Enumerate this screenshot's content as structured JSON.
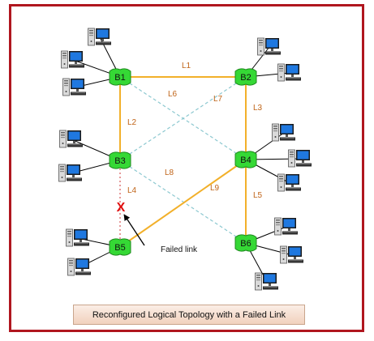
{
  "caption": "Reconfigured Logical Topology with a Failed Link",
  "failed_link_callout": "Failed link",
  "failure_marker": "X",
  "icons": {
    "router": "router-icon",
    "host": "computer-icon"
  },
  "colors": {
    "frame": "#b0161f",
    "router_fill": "#35d835",
    "physical_link": "#f2b02a",
    "logical_link": "#8cc8d0",
    "failed_link": "#cc3333",
    "link_label": "#c06418",
    "failure_marker": "#e01010"
  },
  "nodes": [
    {
      "id": "B1",
      "hosts": 3
    },
    {
      "id": "B2",
      "hosts": 2
    },
    {
      "id": "B3",
      "hosts": 2
    },
    {
      "id": "B4",
      "hosts": 3
    },
    {
      "id": "B5",
      "hosts": 2
    },
    {
      "id": "B6",
      "hosts": 3
    }
  ],
  "links": [
    {
      "label": "L1",
      "from": "B1",
      "to": "B2",
      "style": "solid"
    },
    {
      "label": "L2",
      "from": "B1",
      "to": "B3",
      "style": "solid"
    },
    {
      "label": "L3",
      "from": "B2",
      "to": "B4",
      "style": "solid"
    },
    {
      "label": "L4",
      "from": "B3",
      "to": "B5",
      "style": "failed"
    },
    {
      "label": "L5",
      "from": "B4",
      "to": "B6",
      "style": "solid"
    },
    {
      "label": "L6",
      "from": "B1",
      "to": "B4",
      "style": "dashed"
    },
    {
      "label": "L7",
      "from": "B3",
      "to": "B2",
      "style": "dashed"
    },
    {
      "label": "L8",
      "from": "B3",
      "to": "B6",
      "style": "dashed"
    },
    {
      "label": "L9",
      "from": "B5",
      "to": "B4",
      "style": "solid"
    }
  ]
}
